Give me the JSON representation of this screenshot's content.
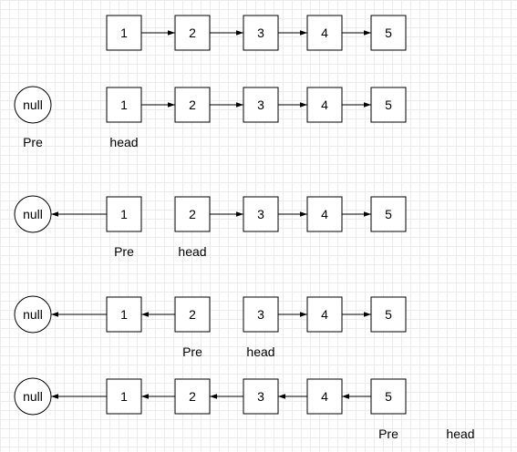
{
  "null_label": "null",
  "pre_label": "Pre",
  "head_label": "head",
  "nodes": [
    "1",
    "2",
    "3",
    "4",
    "5"
  ],
  "rows": [
    {
      "has_null": false,
      "reversed_up_to": 0,
      "pre_index": null,
      "head_index": null
    },
    {
      "has_null": true,
      "reversed_up_to": 0,
      "pre_index": -1,
      "head_index": 0
    },
    {
      "has_null": true,
      "reversed_up_to": 1,
      "pre_index": 0,
      "head_index": 1
    },
    {
      "has_null": true,
      "reversed_up_to": 2,
      "pre_index": 1,
      "head_index": 2
    },
    {
      "has_null": true,
      "reversed_up_to": 5,
      "pre_index": 4,
      "head_index": 5
    }
  ]
}
